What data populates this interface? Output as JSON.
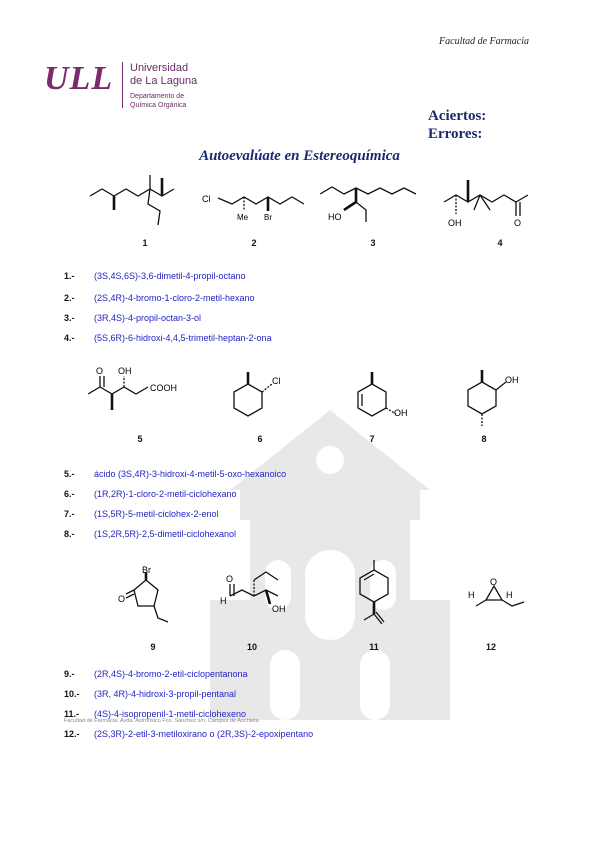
{
  "header": {
    "faculty": "Facultad de Farmacia"
  },
  "logo": {
    "mark": "ULL",
    "university_line1": "Universidad",
    "university_line2": "de La Laguna",
    "department_line1": "Departamento de",
    "department_line2": "Química Orgánica"
  },
  "score": {
    "correct_label": "Aciertos:",
    "errors_label": "Errores:"
  },
  "title": "Autoevalúate en Estereoquímica",
  "molecule_labels": {
    "me": "Me",
    "cl": "Cl",
    "br": "Br",
    "ho": "HO",
    "oh": "OH",
    "o": "O",
    "cooh": "COOH",
    "h": "H"
  },
  "molecule_numbers": [
    "1",
    "2",
    "3",
    "4",
    "5",
    "6",
    "7",
    "8",
    "9",
    "10",
    "11",
    "12"
  ],
  "answers": [
    {
      "n": "1.-",
      "text": "(3S,4S,6S)-3,6-dimetil-4-propil-octano"
    },
    {
      "n": "2.-",
      "text": "(2S,4R)-4-bromo-1-cloro-2-metil-hexano"
    },
    {
      "n": "3.-",
      "text": "(3R,4S)-4-propil-octan-3-ol"
    },
    {
      "n": "4.-",
      "text": "(5S,6R)-6-hidroxi-4,4,5-trimetil-heptan-2-ona"
    },
    {
      "n": "5.-",
      "text": "ácido (3S,4R)-3-hidroxi-4-metil-5-oxo-hexanoico"
    },
    {
      "n": "6.-",
      "text": "(1R,2R)-1-cloro-2-metil-ciclohexano"
    },
    {
      "n": "7.-",
      "text": "(1S,5R)-5-metil-ciclohex-2-enol"
    },
    {
      "n": "8.-",
      "text": "(1S,2R,5R)-2,5-dimetil-ciclohexanol"
    },
    {
      "n": "9.-",
      "text": "(2R,4S)-4-bromo-2-etil-ciclopentanona"
    },
    {
      "n": "10.-",
      "text": "(3R, 4R)-4-hidroxi-3-propil-pentanal"
    },
    {
      "n": "11.-",
      "text": "(4S)-4-isopropenil-1-metil-ciclohexeno"
    },
    {
      "n": "12.-",
      "text": "(2S,3R)-2-etil-3-metiloxirano o (2R,3S)-2-epoxipentano"
    }
  ],
  "footer": "Facultad de Farmacia. Avda. Astrofísico Fco. Sánchez s/n. Campus de Anchieta"
}
